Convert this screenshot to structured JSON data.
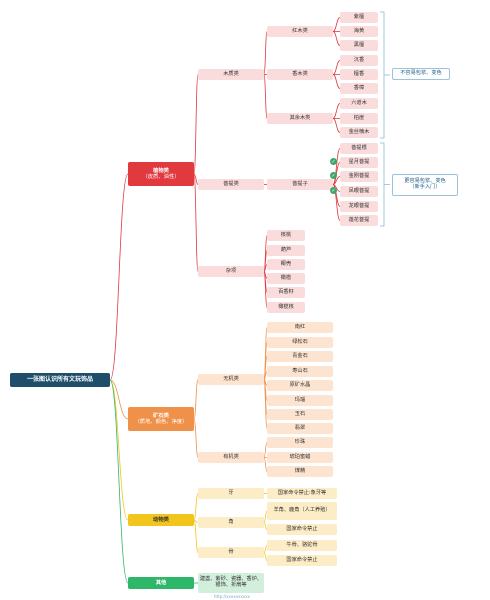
{
  "root": "一张图认识所有文玩饰品",
  "plant": {
    "label": "植物类",
    "sub": "（皮质、油性）",
    "wood": {
      "label": "木质类",
      "hongmu": {
        "label": "红木类",
        "items": [
          "紫檀",
          "海黄",
          "黑檀"
        ]
      },
      "xiangmu": {
        "label": "香木类",
        "items": [
          "沉香",
          "檀香",
          "香樟"
        ]
      },
      "other": {
        "label": "其余木类",
        "items": [
          "六道木",
          "柏崖",
          "金丝楠木"
        ]
      }
    },
    "bodhi": {
      "label": "菩提类",
      "seed": {
        "label": "菩提子",
        "items": [
          "菩提根",
          "星月菩提",
          "金刚菩提",
          "凤眼菩提",
          "龙眼菩提",
          "莲花菩提"
        ]
      }
    },
    "misc": {
      "label": "杂项",
      "items": [
        "核桃",
        "葫芦",
        "椰壳",
        "橄榄",
        "百香籽",
        "橄榄核"
      ]
    },
    "note_hard": "不容易包浆、变色",
    "note_easy": "更容易包浆、变色\n（新手入门）"
  },
  "mineral": {
    "label": "矿石类",
    "sub": "（质地、颜色、净度）",
    "inorganic": {
      "label": "无机类",
      "items": [
        "南红",
        "绿松石",
        "青金石",
        "寿山石",
        "原矿水晶",
        "玛瑙",
        "玉石",
        "翡翠"
      ]
    },
    "organic": {
      "label": "有机类",
      "items": [
        "珍珠",
        "琥珀蜜蜡",
        "煤精"
      ]
    }
  },
  "animal": {
    "label": "动物类",
    "tooth": {
      "label": "牙",
      "items": [
        "国家命令禁止:象牙等"
      ]
    },
    "horn": {
      "label": "角",
      "items": [
        "羊角、鹿角（人工养殖）",
        "国家命令禁止"
      ]
    },
    "bone": {
      "label": "骨",
      "items": [
        "牛骨、骆驼骨",
        "国家命令禁止"
      ]
    }
  },
  "other": {
    "label": "其他",
    "items_text": "建盏、紫砂、瓷器、香炉、银饰、折扇等"
  },
  "colors": {
    "root": "#1f4e6b",
    "plant": "#e0393e",
    "mineral": "#f0914a",
    "animal": "#f1c51b",
    "other": "#2fb769",
    "note": "#1f5f8b"
  },
  "icons": {
    "check": "check-circle-icon"
  },
  "footer": "http://xxxxxxxxxx"
}
